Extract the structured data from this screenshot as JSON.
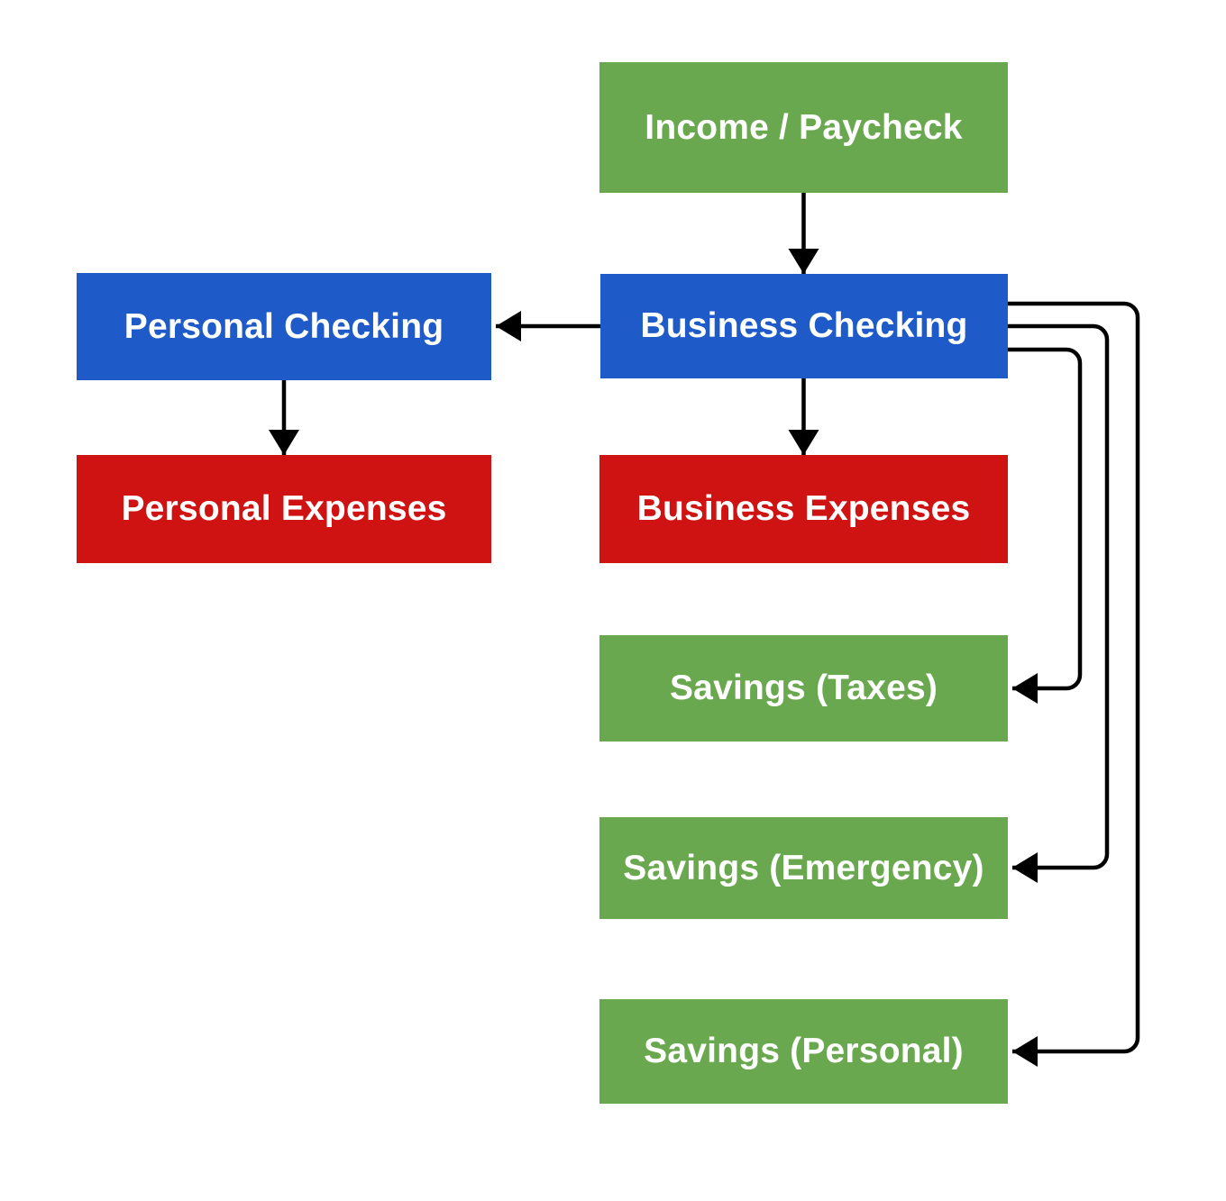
{
  "diagram_type": "flowchart",
  "background": "#ffffff",
  "colors": {
    "income_green": "#6aa84f",
    "checking_blue": "#1e5bc9",
    "expense_red": "#ce1312",
    "arrow_black": "#000000",
    "text_white": "#ffffff"
  },
  "nodes": [
    {
      "id": "income-paycheck",
      "label": "Income / Paycheck",
      "color": "#6aa84f"
    },
    {
      "id": "personal-checking",
      "label": "Personal Checking",
      "color": "#1e5bc9"
    },
    {
      "id": "business-checking",
      "label": "Business Checking",
      "color": "#1e5bc9"
    },
    {
      "id": "personal-expenses",
      "label": "Personal Expenses",
      "color": "#ce1312"
    },
    {
      "id": "business-expenses",
      "label": "Business Expenses",
      "color": "#ce1312"
    },
    {
      "id": "savings-taxes",
      "label": "Savings (Taxes)",
      "color": "#6aa84f"
    },
    {
      "id": "savings-emergency",
      "label": "Savings (Emergency)",
      "color": "#6aa84f"
    },
    {
      "id": "savings-personal",
      "label": "Savings (Personal)",
      "color": "#6aa84f"
    }
  ],
  "edges": [
    {
      "from": "income-paycheck",
      "to": "business-checking"
    },
    {
      "from": "business-checking",
      "to": "personal-checking"
    },
    {
      "from": "personal-checking",
      "to": "personal-expenses"
    },
    {
      "from": "business-checking",
      "to": "business-expenses"
    },
    {
      "from": "business-checking",
      "to": "savings-taxes"
    },
    {
      "from": "business-checking",
      "to": "savings-emergency"
    },
    {
      "from": "business-checking",
      "to": "savings-personal"
    }
  ]
}
